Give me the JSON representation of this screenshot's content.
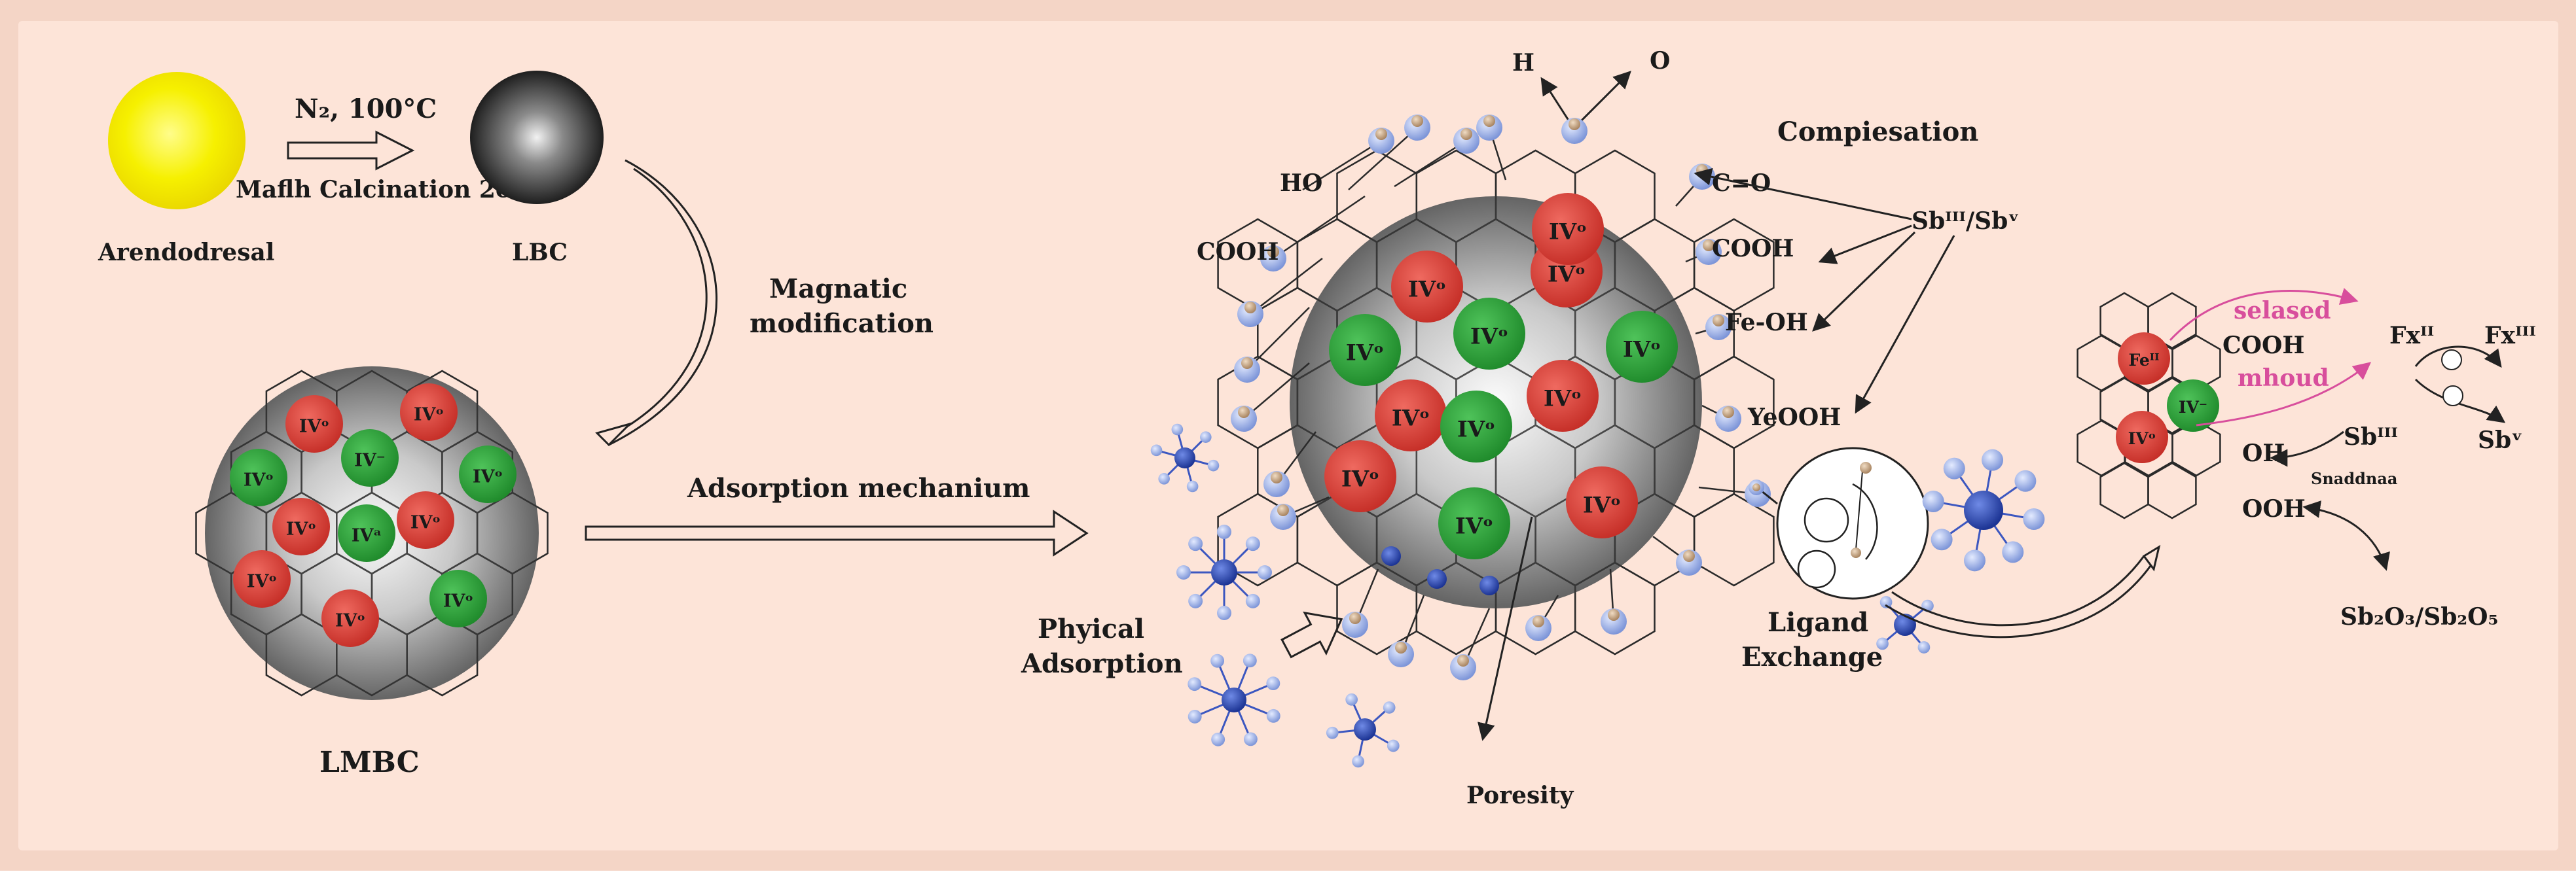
{
  "colors": {
    "background": "#fde4d8",
    "border": "#f4d5c6",
    "sun": "#f6f000",
    "red_site": "#d83a33",
    "green_site": "#2a9e36",
    "sphere_light": "#f4f4f4",
    "sphere_dark": "#585858",
    "ion_blue": "#2b46b0",
    "ion_light_blue": "#8aa2e0",
    "tip_tan": "#b99774",
    "pink_arrow": "#d84e9c"
  },
  "synthesis": {
    "precursor_label": "Arendodresal",
    "conditions_top": "N₂, 100°C",
    "conditions_bottom": "Maflh Calcination 2δ",
    "biochar_label": "LBC",
    "modification_line1": "Magnatic",
    "modification_line2": "modification",
    "product_label": "LMBC"
  },
  "lmbc_sites": [
    {
      "color": "red",
      "label": "IVᵒ"
    },
    {
      "color": "red",
      "label": "IVᵒ"
    },
    {
      "color": "green",
      "label": "IVᵒ"
    },
    {
      "color": "green",
      "label": "IV⁻"
    },
    {
      "color": "green",
      "label": "IVᵒ"
    },
    {
      "color": "red",
      "label": "IVᵒ"
    },
    {
      "color": "green",
      "label": "IVᵃ"
    },
    {
      "color": "red",
      "label": "IVᵒ"
    },
    {
      "color": "red",
      "label": "IVᵒ"
    },
    {
      "color": "red",
      "label": "IVᵒ"
    },
    {
      "color": "green",
      "label": "IVᵒ"
    }
  ],
  "mechanism": {
    "arrow_label": "Adsorption mechanium",
    "top_h": "H",
    "top_o": "O",
    "groups_left": [
      "HO",
      "COOH"
    ],
    "groups_right": [
      "C=O",
      "COOH",
      "Fe-OH",
      "YeOOH"
    ],
    "complexation_label": "Compiesation",
    "sb_species": "Sbᴵᴵᴵ/Sbᵛ",
    "physical_line1": "Phyical",
    "physical_line2": "Adsorption",
    "porosity_label": "Poresity",
    "ligand_line1": "Ligand",
    "ligand_line2": "Exchange",
    "center_sites": [
      {
        "color": "red",
        "label": "IVᵒ"
      },
      {
        "color": "red",
        "label": "IVᵒ"
      },
      {
        "color": "green",
        "label": "IVᵒ"
      },
      {
        "color": "green",
        "label": "IVᵒ"
      },
      {
        "color": "green",
        "label": "IVᵒ"
      },
      {
        "color": "red",
        "label": "IVᵒ"
      },
      {
        "color": "green",
        "label": "IVᵒ"
      },
      {
        "color": "red",
        "label": "IVᵒ"
      },
      {
        "color": "red",
        "label": "IVᵒ"
      },
      {
        "color": "red",
        "label": "IVᵒ"
      },
      {
        "color": "green",
        "label": "IVᵒ"
      },
      {
        "color": "red",
        "label": "IVᵒ"
      }
    ]
  },
  "redox": {
    "site_labels": [
      "Feᴵᴵ",
      "IV⁻",
      "IVᵒ"
    ],
    "group_cooh": "COOH",
    "group_oh": "OH",
    "group_ooh": "OOH",
    "pink_top": "selased",
    "pink_bottom": "mhoud",
    "fe_left": "Fxᴵᴵ",
    "fe_right": "Fxᴵᴵᴵ",
    "sb_left": "Sbᴵᴵᴵ",
    "sb_right": "Sbᵛ",
    "small_label": "Snaddnaa",
    "oxide_label": "Sb₂O₃/Sb₂O₅"
  }
}
